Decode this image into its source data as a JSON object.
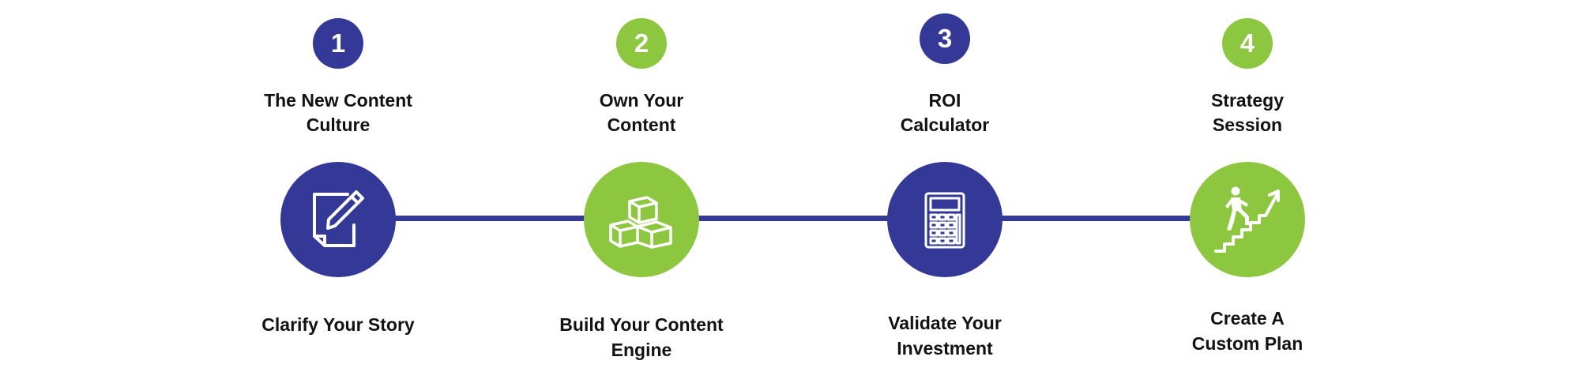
{
  "colors": {
    "navy": "#343896",
    "green": "#8dc63f",
    "text": "#121212",
    "icon": "#ffffff"
  },
  "steps": [
    {
      "number": "1",
      "title": "The New Content\nCulture",
      "subtitle": "Clarify Your Story",
      "color": "navy",
      "icon": "edit-document-icon"
    },
    {
      "number": "2",
      "title": "Own Your\nContent",
      "subtitle": "Build Your Content\nEngine",
      "color": "green",
      "icon": "stacked-boxes-icon"
    },
    {
      "number": "3",
      "title": "ROI\nCalculator",
      "subtitle": "Validate Your\nInvestment",
      "color": "navy",
      "icon": "calculator-icon"
    },
    {
      "number": "4",
      "title": "Strategy\nSession",
      "subtitle": "Create A\nCustom Plan",
      "color": "green",
      "icon": "climbing-stairs-growth-icon"
    }
  ]
}
